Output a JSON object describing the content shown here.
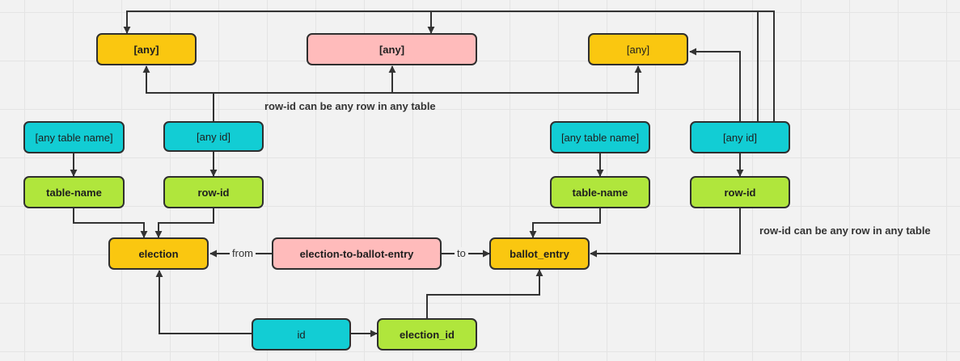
{
  "nodes": {
    "any_left": "[any]",
    "any_mid": "[any]",
    "any_right": "[any]",
    "any_table_name_left": "[any table name]",
    "any_id_left": "[any id]",
    "any_table_name_right": "[any table name]",
    "any_id_right": "[any id]",
    "table_name_left": "table-name",
    "row_id_left": "row-id",
    "table_name_right": "table-name",
    "row_id_right": "row-id",
    "election": "election",
    "election_to_ballot_entry": "election-to-ballot-entry",
    "ballot_entry": "ballot_entry",
    "id": "id",
    "election_id": "election_id"
  },
  "edge_labels": {
    "from": "from",
    "to": "to"
  },
  "notes": {
    "top": "row-id can be any row in any table",
    "right": "row-id can be any row in any table"
  },
  "colors": {
    "yellow": "#fac710",
    "pink": "#ffbbbb",
    "cyan": "#12cdd4",
    "green": "#b0e63c",
    "background": "#f2f2f2",
    "line": "#333333"
  }
}
